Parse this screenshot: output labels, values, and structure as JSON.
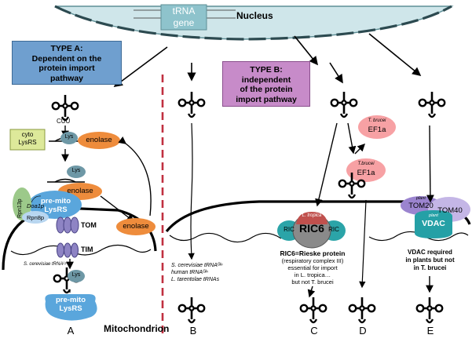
{
  "nucleus": {
    "label": "Nucleus",
    "gene_line1": "tRNA",
    "gene_line2": "gene"
  },
  "type_a": {
    "title": "TYPE A:",
    "line1": "Dependent on the",
    "line2": "protein import",
    "line3": "pathway"
  },
  "type_b": {
    "title": "TYPE B:",
    "line1": "independent",
    "line2": "of the protein",
    "line3": "import pathway"
  },
  "mitochondrion": {
    "label": "Mitochondrion"
  },
  "panel_a": {
    "anticodon": "CUU",
    "cyto_lysrs_1": "cyto",
    "cyto_lysrs_2": "LysRS",
    "lys_1": "Lys",
    "lys_2": "Lys",
    "lys_3": "Lys",
    "enolase_1": "enolase",
    "enolase_2": "enolase",
    "enolase_3": "enolase",
    "premito_1a": "pre-mito",
    "premito_1b": "LysRS",
    "premito_2a": "pre-mito",
    "premito_2b": "LysRS",
    "rpn13p": "Rpn13p",
    "doa1p": "Doa1p",
    "rpn8p": "Rpn8p",
    "tom": "TOM",
    "tim": "TIM",
    "matrix_trna": "S. cerevisiae tRNAᴸʸˢ"
  },
  "panel_b": {
    "species1": "S. cerevisiae tRNAᴳˡⁿ",
    "species2": "human tRNAᴳˡⁿ",
    "species3": "L. tarentolae tRNAs"
  },
  "panel_c": {
    "ric_left": "RIC",
    "ric_right": "RIC",
    "ric6_species": "L. tropica",
    "ric6": "RIC6",
    "desc1": "RIC6=Rieske protein",
    "desc2": "(respiratory complex III)",
    "desc3": "essential for import",
    "desc4": "in L. tropica…",
    "desc5": "but not T. brucei"
  },
  "panel_d": {
    "ef1a_top_species": "T. brucei",
    "ef1a_top": "EF1a",
    "ef1a_low_species": "T.brucei",
    "ef1a_low": "EF1a"
  },
  "panel_e": {
    "tom20_species": "plant",
    "tom20": "TOM20",
    "tom40": "TOM40",
    "vdac_species": "plant",
    "vdac": "VDAC",
    "desc1": "VDAC required",
    "desc2": "in plants but not",
    "desc3": "in T. brucei"
  },
  "panel_labels": [
    "A",
    "B",
    "C",
    "D",
    "E"
  ],
  "colors": {
    "nucleus_fill": "#cfe6ea",
    "gene_box": "#8ec3cc",
    "type_a_box": "#6f9fcf",
    "type_b_box": "#c78bc9",
    "enolase": "#ee8c3c",
    "lys": "#6e98a6",
    "premito": "#5aa6dc",
    "yellow_box": "#dde99a",
    "rpn": "#9cc98a",
    "doa": "#b8d6f0",
    "tom_ring": "#8e84c4",
    "ric_teal": "#2ba4a8",
    "ric6": "#8a8a8a",
    "ric6_cap": "#c0504d",
    "ef1a": "#f7a1a4",
    "tom20": "#9b84cf",
    "vdac": "#25a0a6",
    "dashed_line": "#c03040"
  }
}
